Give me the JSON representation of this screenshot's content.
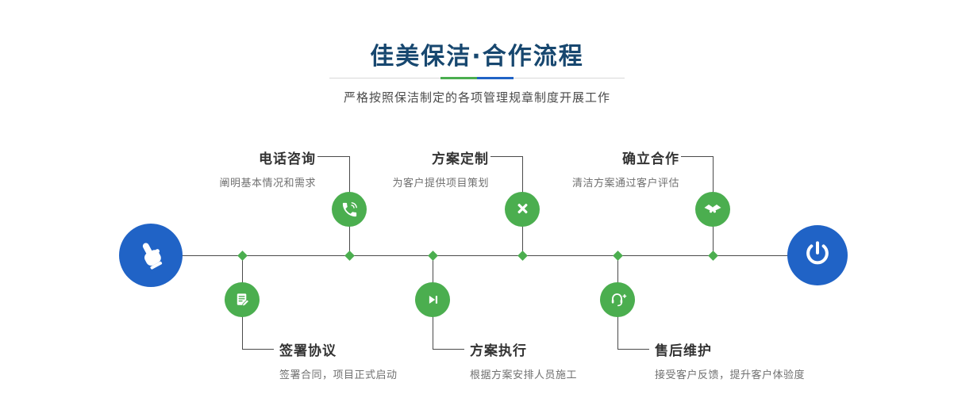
{
  "page": {
    "title": "佳美保洁·合作流程",
    "subtitle": "严格按照保洁制定的各项管理规章制度开展工作"
  },
  "colors": {
    "accent_green": "#4bae4f",
    "accent_blue": "#2063c6",
    "title_navy": "#17476f",
    "line_gray": "#4a4a4a"
  },
  "flow": {
    "start_icon": "hand-pointer-icon",
    "end_icon": "power-icon",
    "steps_top": [
      {
        "title": "电话咨询",
        "desc": "阐明基本情况和需求",
        "icon": "phone-icon"
      },
      {
        "title": "方案定制",
        "desc": "为客户提供项目策划",
        "icon": "pencil-wrench-icon"
      },
      {
        "title": "确立合作",
        "desc": "清洁方案通过客户评估",
        "icon": "handshake-icon"
      }
    ],
    "steps_bottom": [
      {
        "title": "签署协议",
        "desc": "签署合同，项目正式启动",
        "icon": "document-sign-icon"
      },
      {
        "title": "方案执行",
        "desc": "根据方案安排人员施工",
        "icon": "play-icon"
      },
      {
        "title": "售后维护",
        "desc": "接受客户反馈，提升客户体验度",
        "icon": "headset-icon"
      }
    ]
  }
}
